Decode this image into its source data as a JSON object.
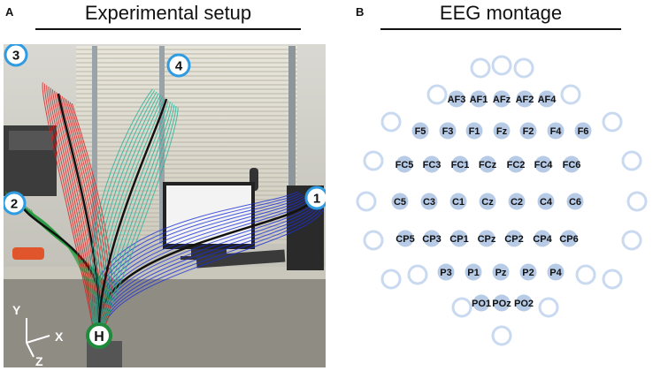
{
  "panel_a": {
    "letter": "A",
    "title": "Experimental setup",
    "markers": {
      "m1": "1",
      "m2": "2",
      "m3": "3",
      "m4": "4",
      "hand": "H"
    },
    "axes": {
      "x": "X",
      "y": "Y",
      "z": "Z"
    }
  },
  "panel_b": {
    "letter": "B",
    "title": "EEG montage",
    "electrodes": [
      {
        "label": "AF3",
        "row": 1,
        "col": 0
      },
      {
        "label": "AF1",
        "row": 1,
        "col": 1
      },
      {
        "label": "AFz",
        "row": 1,
        "col": 2
      },
      {
        "label": "AF2",
        "row": 1,
        "col": 3
      },
      {
        "label": "AF4",
        "row": 1,
        "col": 4
      },
      {
        "label": "F5",
        "row": 2,
        "col": 0
      },
      {
        "label": "F3",
        "row": 2,
        "col": 1
      },
      {
        "label": "F1",
        "row": 2,
        "col": 2
      },
      {
        "label": "Fz",
        "row": 2,
        "col": 3
      },
      {
        "label": "F2",
        "row": 2,
        "col": 4
      },
      {
        "label": "F4",
        "row": 2,
        "col": 5
      },
      {
        "label": "F6",
        "row": 2,
        "col": 6
      },
      {
        "label": "FC5",
        "row": 3,
        "col": 0
      },
      {
        "label": "FC3",
        "row": 3,
        "col": 1
      },
      {
        "label": "FC1",
        "row": 3,
        "col": 2
      },
      {
        "label": "FCz",
        "row": 3,
        "col": 3
      },
      {
        "label": "FC2",
        "row": 3,
        "col": 4
      },
      {
        "label": "FC4",
        "row": 3,
        "col": 5
      },
      {
        "label": "FC6",
        "row": 3,
        "col": 6
      },
      {
        "label": "C5",
        "row": 4,
        "col": 0
      },
      {
        "label": "C3",
        "row": 4,
        "col": 1
      },
      {
        "label": "C1",
        "row": 4,
        "col": 2
      },
      {
        "label": "Cz",
        "row": 4,
        "col": 3
      },
      {
        "label": "C2",
        "row": 4,
        "col": 4
      },
      {
        "label": "C4",
        "row": 4,
        "col": 5
      },
      {
        "label": "C6",
        "row": 4,
        "col": 6
      },
      {
        "label": "CP5",
        "row": 5,
        "col": 0
      },
      {
        "label": "CP3",
        "row": 5,
        "col": 1
      },
      {
        "label": "CP1",
        "row": 5,
        "col": 2
      },
      {
        "label": "CPz",
        "row": 5,
        "col": 3
      },
      {
        "label": "CP2",
        "row": 5,
        "col": 4
      },
      {
        "label": "CP4",
        "row": 5,
        "col": 5
      },
      {
        "label": "CP6",
        "row": 5,
        "col": 6
      },
      {
        "label": "P3",
        "row": 6,
        "col": 0
      },
      {
        "label": "P1",
        "row": 6,
        "col": 1
      },
      {
        "label": "Pz",
        "row": 6,
        "col": 2
      },
      {
        "label": "P2",
        "row": 6,
        "col": 3
      },
      {
        "label": "P4",
        "row": 6,
        "col": 4
      },
      {
        "label": "PO1",
        "row": 7,
        "col": 0
      },
      {
        "label": "POz",
        "row": 7,
        "col": 1
      },
      {
        "label": "PO2",
        "row": 7,
        "col": 2
      }
    ],
    "colors": {
      "electrode_fill": "#b7cbe6",
      "unused_ring": "#c9d9f0"
    }
  }
}
